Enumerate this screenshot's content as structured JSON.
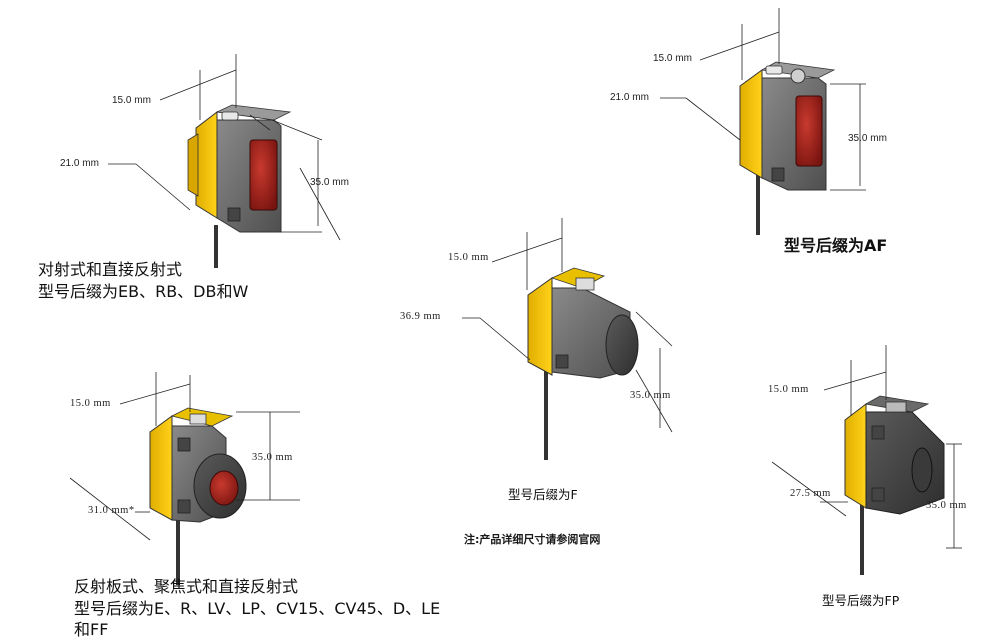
{
  "sensors": [
    {
      "id": "eb",
      "caption_lines": [
        "对射式和直接反射式",
        "型号后缀为EB、RB、DB和W"
      ],
      "dims": {
        "width": "15.0 mm",
        "depth": "21.0 mm",
        "height": "35.0 mm"
      }
    },
    {
      "id": "af",
      "caption_lines": [
        "型号后缀为AF"
      ],
      "dims": {
        "width": "15.0 mm",
        "depth": "21.0 mm",
        "height": "35.0 mm"
      }
    },
    {
      "id": "f",
      "caption_lines": [
        "型号后缀为F"
      ],
      "dims": {
        "width": "15.0 mm",
        "depth": "36.9 mm",
        "height": "35.0 mm"
      }
    },
    {
      "id": "e",
      "caption_lines": [
        "反射板式、聚焦式和直接反射式",
        "型号后缀为E、R、LV、LP、CV15、CV45、D、LE",
        "和FF"
      ],
      "dims": {
        "width": "15.0 mm",
        "depth": "31.0 mm*",
        "height": "35.0 mm"
      }
    },
    {
      "id": "fp",
      "caption_lines": [
        "型号后缀为FP"
      ],
      "dims": {
        "width": "15.0 mm",
        "depth": "27.5 mm",
        "height": "35.0 mm"
      }
    }
  ],
  "note": "注:产品详细尺寸请参阅官网",
  "colors": {
    "housing_yellow": "#f5c400",
    "housing_gray": "#6a6a6a",
    "lens_red": "#a0201c"
  }
}
